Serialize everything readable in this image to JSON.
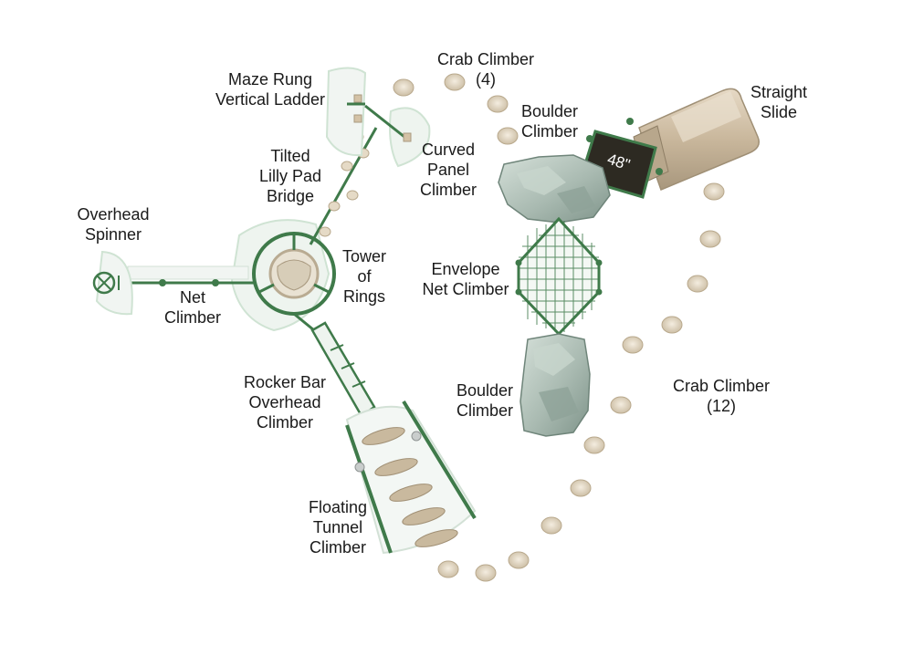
{
  "labels": {
    "maze_rung": [
      "Maze Rung",
      "Vertical Ladder"
    ],
    "crab_4": [
      "Crab Climber",
      "(4)"
    ],
    "straight_slide": [
      "Straight",
      "Slide"
    ],
    "boulder_top": [
      "Boulder",
      "Climber"
    ],
    "tilted_lilly": [
      "Tilted",
      "Lilly Pad",
      "Bridge"
    ],
    "curved_panel": [
      "Curved",
      "Panel",
      "Climber"
    ],
    "overhead_spinner": [
      "Overhead",
      "Spinner"
    ],
    "tower_rings": [
      "Tower",
      "of",
      "Rings"
    ],
    "envelope_net": [
      "Envelope",
      "Net Climber"
    ],
    "net_climber": [
      "Net",
      "Climber"
    ],
    "rocker_bar": [
      "Rocker Bar",
      "Overhead",
      "Climber"
    ],
    "boulder_bottom": [
      "Boulder",
      "Climber"
    ],
    "crab_12": [
      "Crab Climber",
      "(12)"
    ],
    "floating_tunnel": [
      "Floating",
      "Tunnel",
      "Climber"
    ]
  },
  "deck_height": "48\"",
  "colors": {
    "frame_green": "#3f7a4a",
    "frame_light": "#cfe3d3",
    "boulder": "#9fb0a6",
    "crab": "#e3d9c6",
    "slide": "#cbbca6",
    "deck": "#2d2a22"
  }
}
